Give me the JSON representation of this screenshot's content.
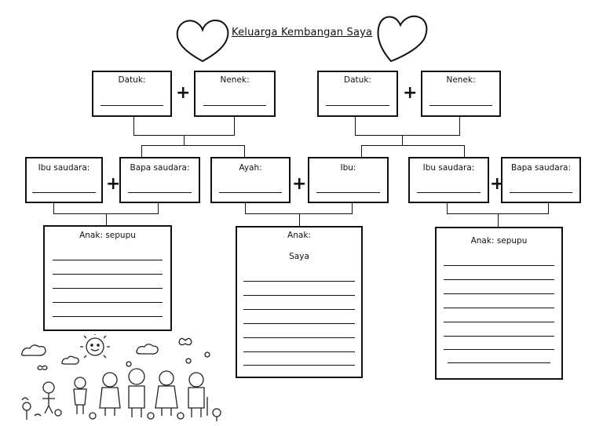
{
  "title": "Keluarga Kembangan Saya",
  "grandparents_left": {
    "datuk": "Datuk:",
    "nenek": "Nenek:"
  },
  "grandparents_right": {
    "datuk": "Datuk:",
    "nenek": "Nenek:"
  },
  "parents_row": {
    "ibu_saudara_left": "Ibu saudara:",
    "bapa_saudara_left": "Bapa saudara:",
    "ayah": "Ayah:",
    "ibu": "Ibu:",
    "ibu_saudara_right": "Ibu saudara:",
    "bapa_saudara_right": "Bapa saudara:"
  },
  "children_row": {
    "left_title": "Anak: sepupu",
    "center_title": "Anak:",
    "center_subtitle": "Saya",
    "right_title": "Anak: sepupu"
  },
  "plus_symbol": "+",
  "icons": [
    "heart-icon",
    "heart-icon",
    "family-doodle-illustration"
  ]
}
